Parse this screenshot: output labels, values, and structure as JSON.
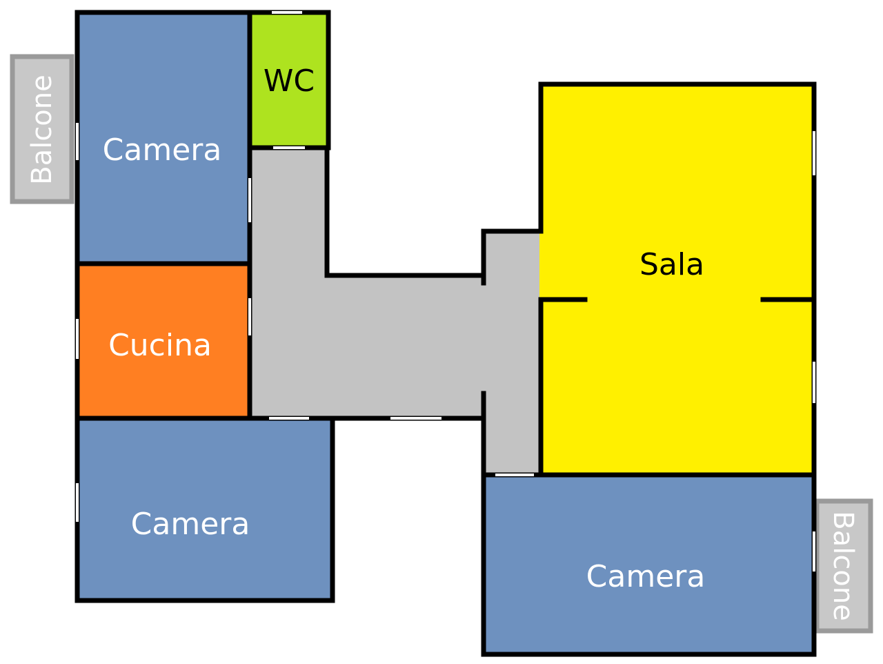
{
  "rooms": {
    "camera_top_left": {
      "label": "Camera",
      "color": "#6E91BF"
    },
    "wc": {
      "label": "WC",
      "color": "#AEE31F"
    },
    "cucina": {
      "label": "Cucina",
      "color": "#FF7F22"
    },
    "camera_bottom_left": {
      "label": "Camera",
      "color": "#6E91BF"
    },
    "sala": {
      "label": "Sala",
      "color": "#FFF000"
    },
    "camera_bottom_right": {
      "label": "Camera",
      "color": "#6E91BF"
    },
    "corridor": {
      "color": "#C3C3C3"
    }
  },
  "balconies": {
    "left": {
      "label": "Balcone",
      "color": "#C8C8C8"
    },
    "right": {
      "label": "Balcone",
      "color": "#C8C8C8"
    }
  },
  "colors": {
    "wall": "#000000",
    "balcony_border": "#9A9A9A",
    "window": "#FFFFFF",
    "label_light": "#FFFFFF",
    "label_dark": "#000000"
  }
}
